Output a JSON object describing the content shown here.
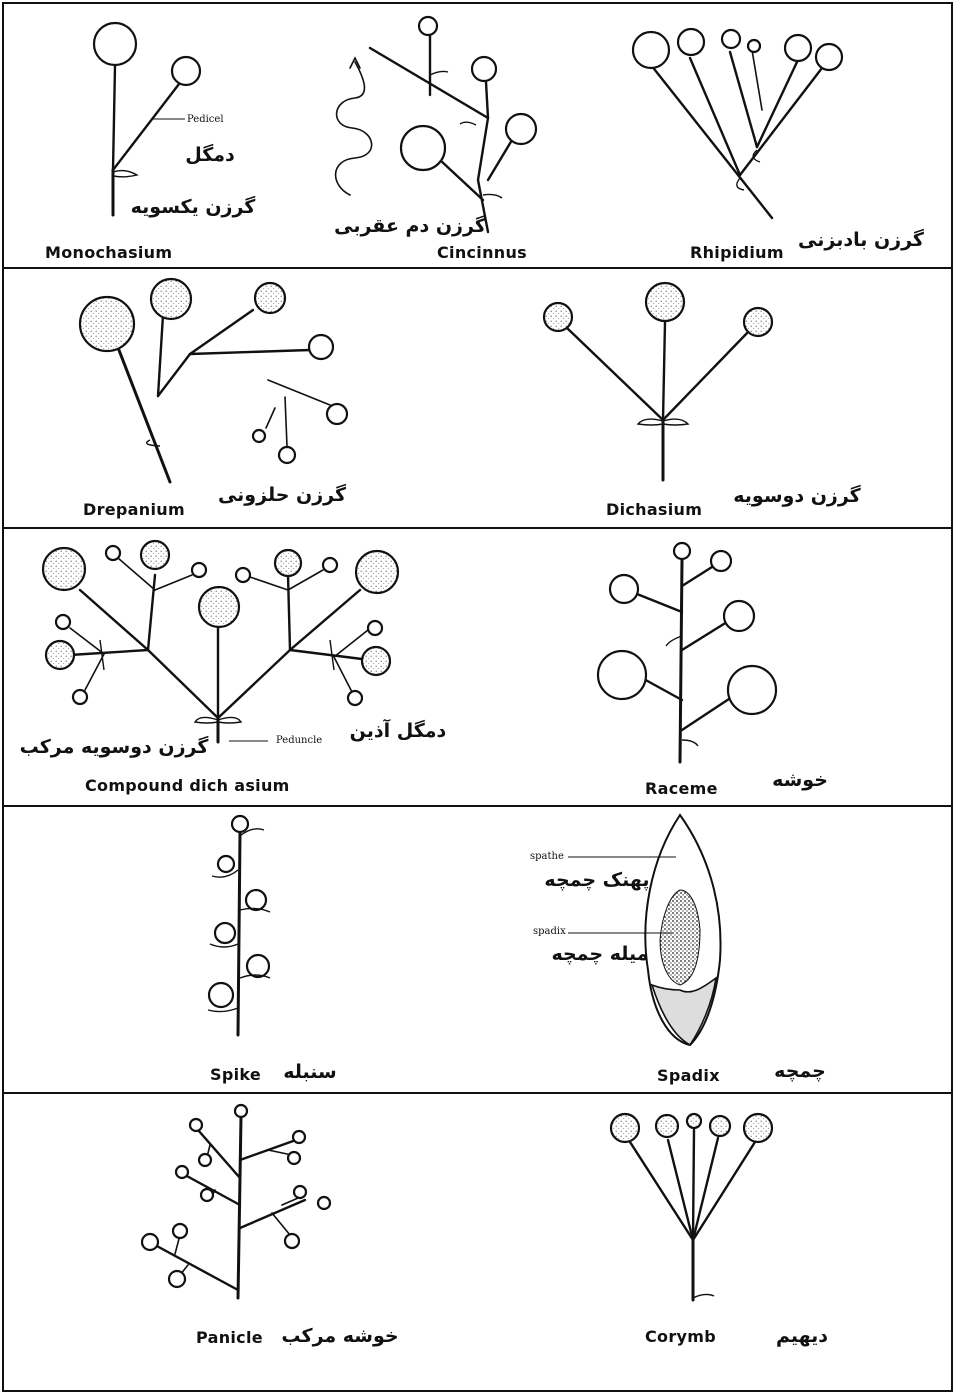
{
  "panels": [
    {
      "en": "Monochasium",
      "fa": "گرزن یکسویه",
      "annotation_fa": "دمگل",
      "annotation_en": "Pedicel"
    },
    {
      "en": "Cincinnus",
      "fa": "گرزن دم عقربی"
    },
    {
      "en": "Rhipidium",
      "fa": "گرزن بادبزنی"
    },
    {
      "en": "Drepanium",
      "fa": "گرزن حلزونی"
    },
    {
      "en": "Dichasium",
      "fa": "گرزن دوسویه"
    },
    {
      "en": "Compound dich asium",
      "fa": "گرزن دوسویه مرکب",
      "annotation_fa": "دمگل آذین",
      "annotation_en": "Peduncle"
    },
    {
      "en": "Raceme",
      "fa": "خوشه"
    },
    {
      "en": "Spike",
      "fa": "سنبله"
    },
    {
      "en": "Spadix",
      "fa": "چمچه",
      "spathe_en": "spathe",
      "spathe_fa": "پهنک چمچه",
      "spadix_en": "spadix",
      "spadix_fa": "میله چمچه"
    },
    {
      "en": "Panicle",
      "fa": "خوشه مرکب"
    },
    {
      "en": "Corymb",
      "fa": "دیهیم"
    }
  ]
}
